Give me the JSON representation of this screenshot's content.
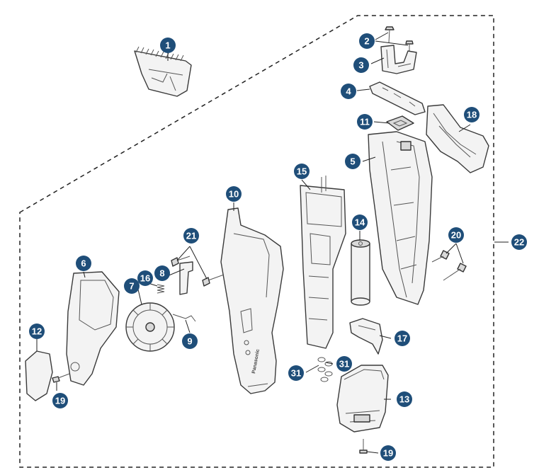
{
  "callouts": [
    {
      "id": "c1",
      "label": "1"
    },
    {
      "id": "c2",
      "label": "2"
    },
    {
      "id": "c3",
      "label": "3"
    },
    {
      "id": "c4",
      "label": "4"
    },
    {
      "id": "c5",
      "label": "5"
    },
    {
      "id": "c6",
      "label": "6"
    },
    {
      "id": "c7",
      "label": "7"
    },
    {
      "id": "c8",
      "label": "8"
    },
    {
      "id": "c9",
      "label": "9"
    },
    {
      "id": "c10",
      "label": "10"
    },
    {
      "id": "c11",
      "label": "11"
    },
    {
      "id": "c12",
      "label": "12"
    },
    {
      "id": "c13",
      "label": "13"
    },
    {
      "id": "c14",
      "label": "14"
    },
    {
      "id": "c15",
      "label": "15"
    },
    {
      "id": "c16",
      "label": "16"
    },
    {
      "id": "c17",
      "label": "17"
    },
    {
      "id": "c18",
      "label": "18"
    },
    {
      "id": "c19a",
      "label": "19"
    },
    {
      "id": "c19b",
      "label": "19"
    },
    {
      "id": "c20",
      "label": "20"
    },
    {
      "id": "c21",
      "label": "21"
    },
    {
      "id": "c22",
      "label": "22"
    },
    {
      "id": "c31a",
      "label": "31"
    },
    {
      "id": "c31b",
      "label": "31"
    }
  ],
  "housing_brand": "Panasonic",
  "colors": {
    "callout_fill": "#1f4e79",
    "callout_text": "#ffffff",
    "line": "#222222"
  }
}
